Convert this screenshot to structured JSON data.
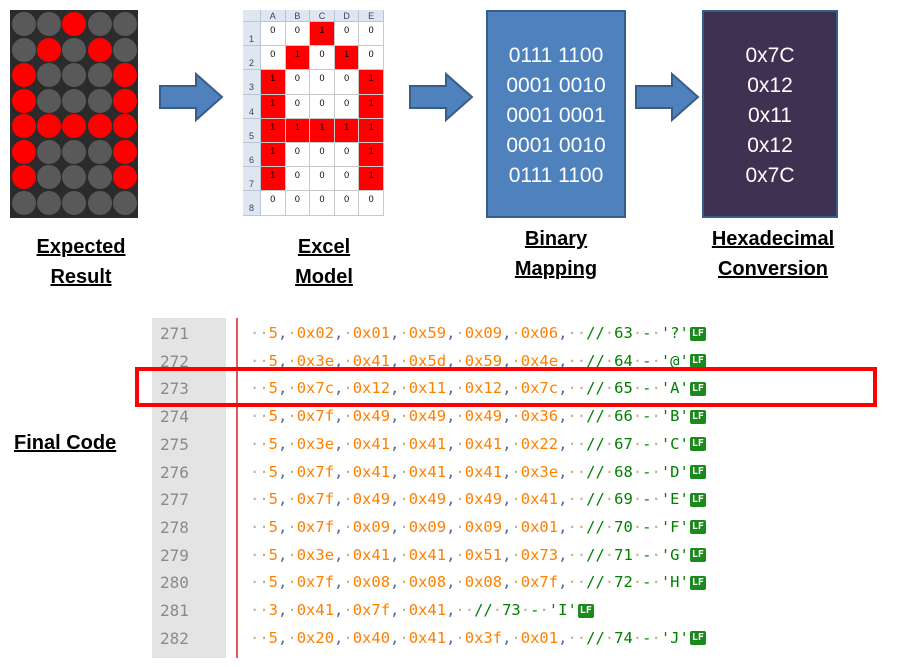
{
  "led_matrix": {
    "on_color": "#ff0000",
    "off_color": "#595959",
    "rows": [
      [
        0,
        0,
        1,
        0,
        0
      ],
      [
        0,
        1,
        0,
        1,
        0
      ],
      [
        1,
        0,
        0,
        0,
        1
      ],
      [
        1,
        0,
        0,
        0,
        1
      ],
      [
        1,
        1,
        1,
        1,
        1
      ],
      [
        1,
        0,
        0,
        0,
        1
      ],
      [
        1,
        0,
        0,
        0,
        1
      ],
      [
        0,
        0,
        0,
        0,
        0
      ]
    ]
  },
  "excel": {
    "columns": [
      "A",
      "B",
      "C",
      "D",
      "E"
    ],
    "row_numbers": [
      "1",
      "2",
      "3",
      "4",
      "5",
      "6",
      "7",
      "8"
    ],
    "cells": [
      [
        "0",
        "0",
        "1",
        "0",
        "0"
      ],
      [
        "0",
        "1",
        "0",
        "1",
        "0"
      ],
      [
        "1",
        "0",
        "0",
        "0",
        "1"
      ],
      [
        "1",
        "0",
        "0",
        "0",
        "1"
      ],
      [
        "1",
        "1",
        "1",
        "1",
        "1"
      ],
      [
        "1",
        "0",
        "0",
        "0",
        "1"
      ],
      [
        "1",
        "0",
        "0",
        "0",
        "1"
      ],
      [
        "0",
        "0",
        "0",
        "0",
        "0"
      ]
    ]
  },
  "binary": {
    "lines": [
      "0111 1100",
      "0001 0010",
      "0001 0001",
      "0001 0010",
      "0111 1100"
    ],
    "color": "#4f81bd"
  },
  "hex": {
    "lines": [
      "0x7C",
      "0x12",
      "0x11",
      "0x12",
      "0x7C"
    ],
    "color": "#3f3151"
  },
  "captions": {
    "expected": [
      "Expected",
      "Result"
    ],
    "excel": [
      "Excel",
      "Model"
    ],
    "binary": [
      "Binary",
      "Mapping"
    ],
    "hex": [
      "Hexadecimal",
      "Conversion"
    ],
    "final": "Final Code"
  },
  "code": {
    "lf_label": "LF",
    "highlight_line": "273",
    "lines": [
      {
        "num": "271",
        "count": "5",
        "bytes": [
          "0x02",
          "0x01",
          "0x59",
          "0x09",
          "0x06"
        ],
        "code": "63",
        "char": "'?'"
      },
      {
        "num": "272",
        "count": "5",
        "bytes": [
          "0x3e",
          "0x41",
          "0x5d",
          "0x59",
          "0x4e"
        ],
        "code": "64",
        "char": "'@'"
      },
      {
        "num": "273",
        "count": "5",
        "bytes": [
          "0x7c",
          "0x12",
          "0x11",
          "0x12",
          "0x7c"
        ],
        "code": "65",
        "char": "'A'"
      },
      {
        "num": "274",
        "count": "5",
        "bytes": [
          "0x7f",
          "0x49",
          "0x49",
          "0x49",
          "0x36"
        ],
        "code": "66",
        "char": "'B'"
      },
      {
        "num": "275",
        "count": "5",
        "bytes": [
          "0x3e",
          "0x41",
          "0x41",
          "0x41",
          "0x22"
        ],
        "code": "67",
        "char": "'C'"
      },
      {
        "num": "276",
        "count": "5",
        "bytes": [
          "0x7f",
          "0x41",
          "0x41",
          "0x41",
          "0x3e"
        ],
        "code": "68",
        "char": "'D'"
      },
      {
        "num": "277",
        "count": "5",
        "bytes": [
          "0x7f",
          "0x49",
          "0x49",
          "0x49",
          "0x41"
        ],
        "code": "69",
        "char": "'E'"
      },
      {
        "num": "278",
        "count": "5",
        "bytes": [
          "0x7f",
          "0x09",
          "0x09",
          "0x09",
          "0x01"
        ],
        "code": "70",
        "char": "'F'"
      },
      {
        "num": "279",
        "count": "5",
        "bytes": [
          "0x3e",
          "0x41",
          "0x41",
          "0x51",
          "0x73"
        ],
        "code": "71",
        "char": "'G'"
      },
      {
        "num": "280",
        "count": "5",
        "bytes": [
          "0x7f",
          "0x08",
          "0x08",
          "0x08",
          "0x7f"
        ],
        "code": "72",
        "char": "'H'"
      },
      {
        "num": "281",
        "count": "3",
        "bytes": [
          "0x41",
          "0x7f",
          "0x41"
        ],
        "code": "73",
        "char": "'I'"
      },
      {
        "num": "282",
        "count": "5",
        "bytes": [
          "0x20",
          "0x40",
          "0x41",
          "0x3f",
          "0x01"
        ],
        "code": "74",
        "char": "'J'"
      }
    ]
  }
}
